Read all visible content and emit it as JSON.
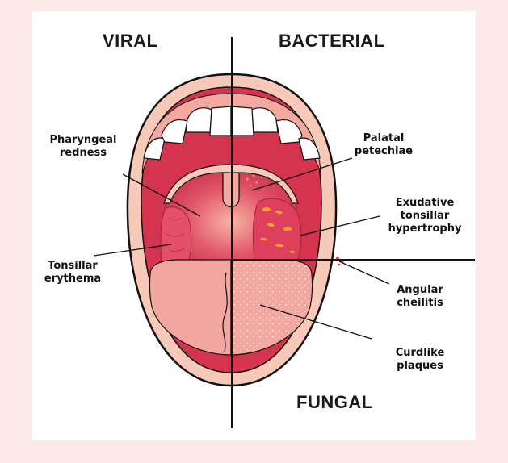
{
  "colors": {
    "page_background": "#fbe9e7",
    "panel_background": "#ffffff",
    "lip": "#f6c9b8",
    "mouth_interior": "#d5344e",
    "gum": "#f3a8a0",
    "teeth": "#ffffff",
    "tonsil": "#e4506a",
    "tongue": "#f1a7a0",
    "exudate": "#f6a623",
    "line": "#111111"
  },
  "headers": {
    "viral": "VIRAL",
    "bacterial": "BACTERIAL",
    "fungal": "FUNGAL"
  },
  "labels": {
    "pharyngeal_redness": "Pharyngeal\nredness",
    "tonsillar_erythema": "Tonsillar\nerythema",
    "palatal_petechiae": "Palatal\npetechiae",
    "exudative_tonsillar_hypertrophy": "Exudative\ntonsillar\nhypertrophy",
    "angular_cheilitis": "Angular\ncheilitis",
    "curdlike_plaques": "Curdlike\nplaques"
  }
}
